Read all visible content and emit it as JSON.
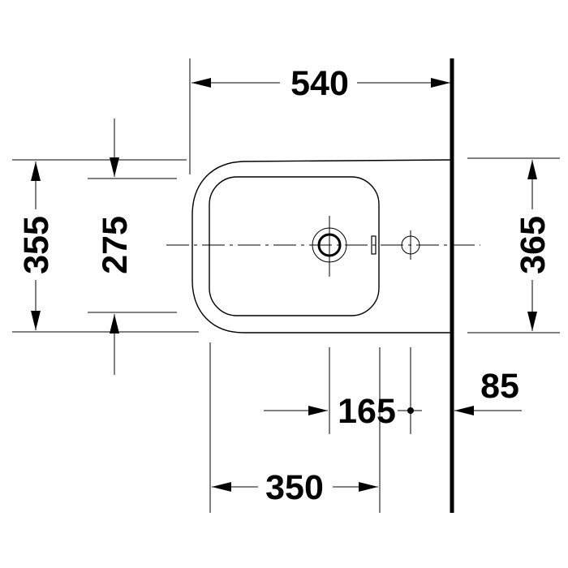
{
  "dimensions": {
    "overall_length": "540",
    "overall_width": "355",
    "bowl_width": "275",
    "wall_width": "365",
    "tap_hole_to_fixing": "165",
    "fixing_to_wall": "85",
    "front_to_tap_hole": "350"
  }
}
